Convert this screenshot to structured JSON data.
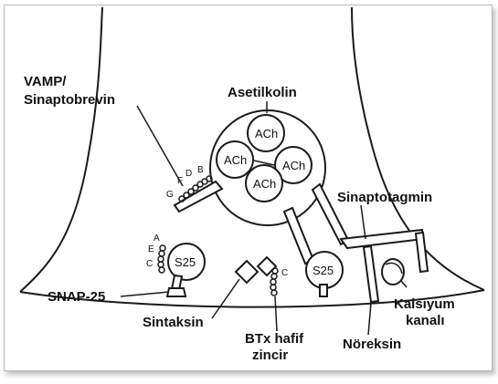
{
  "labels": {
    "vamp_line1": "VAMP/",
    "vamp_line2": "Sinaptobrevin",
    "asetilkolin": "Asetilkolin",
    "sinaptotagmin": "Sinaptotagmin",
    "snap25": "SNAP-25",
    "sintaksin": "Sintaksin",
    "btx_line1": "BTx hafif",
    "btx_line2": "zincir",
    "noreksin": "Nöreksin",
    "kalsiyum_line1": "Kalsiyum",
    "kalsiyum_line2": "kanalı"
  },
  "vesicle_molecules": [
    "ACh",
    "ACh",
    "ACh",
    "ACh"
  ],
  "s25_labels": [
    "S25",
    "S25"
  ],
  "chain_letters": {
    "vamp": [
      "G",
      "F",
      "D",
      "B"
    ],
    "snap": [
      "A",
      "E",
      "C"
    ],
    "btx": "C"
  }
}
